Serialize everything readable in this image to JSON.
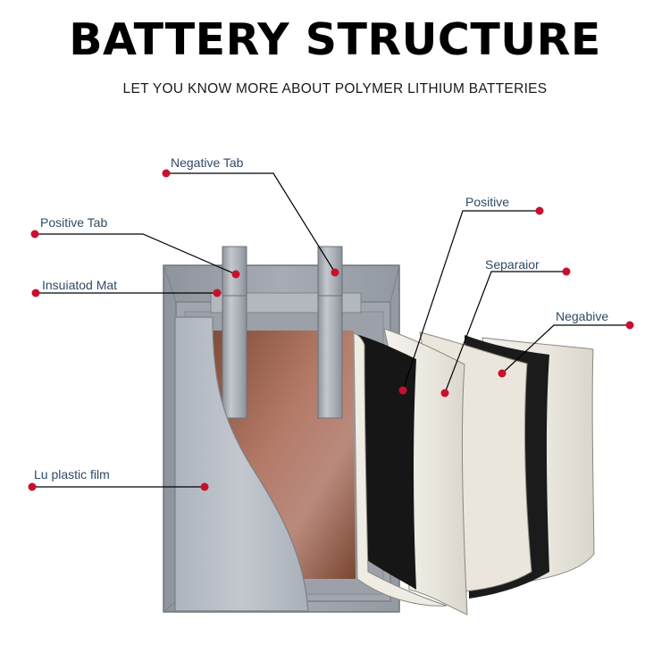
{
  "header": {
    "title": "BATTERY STRUCTURE",
    "subtitle": "LET YOU KNOW MORE ABOUT POLYMER LITHIUM BATTERIES"
  },
  "labels": {
    "negative_tab": "Negative Tab",
    "positive_tab": "Positive Tab",
    "insulated_mat": "Insuiatod Mat",
    "lu_plastic_film": "Lu plastic film",
    "positive": "Positive",
    "separator": "Separaior",
    "negative": "Negabive"
  },
  "colors": {
    "marker": "#c8102e",
    "label_text": "#2f4a66",
    "leader_line": "#000000",
    "casing": "#9ea3ab",
    "electrode_copper": "#a86a50",
    "electrode_dark": "#1c1c1c",
    "separator_cream": "#eeebe2"
  }
}
